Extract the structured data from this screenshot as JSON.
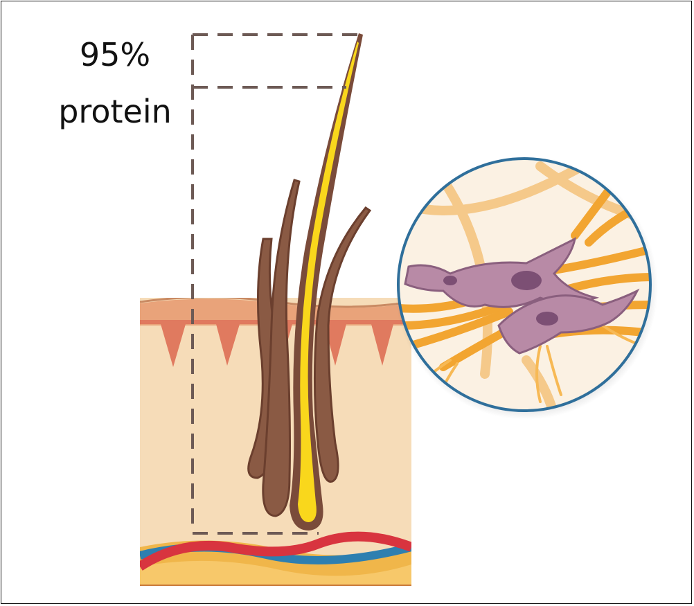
{
  "annotation": {
    "line1": "95%",
    "line2": "protein"
  },
  "colors": {
    "frame": "#111111",
    "dashed_box": "#6d5a55",
    "epidermis": "#e9a37a",
    "dermal_ridge": "#e07a5f",
    "dermis": "#f6dcb8",
    "hair_shaft_outline": "#7a4b3a",
    "hair_core": "#f9d71c",
    "follicle_sheath": "#8a5a44",
    "artery": "#d8343f",
    "vein": "#2e7fb0",
    "fat_layer": "#f0b64a",
    "zoom_border": "#2f6f9b",
    "zoom_bg": "#fbf1e3",
    "collagen_fiber": "#f2a531",
    "fibroblast_cell": "#b88aa6",
    "cell_nucleus": "#7c4f74"
  },
  "icons": {
    "magnifier": "zoom-circle-collagen-fibroblasts"
  }
}
